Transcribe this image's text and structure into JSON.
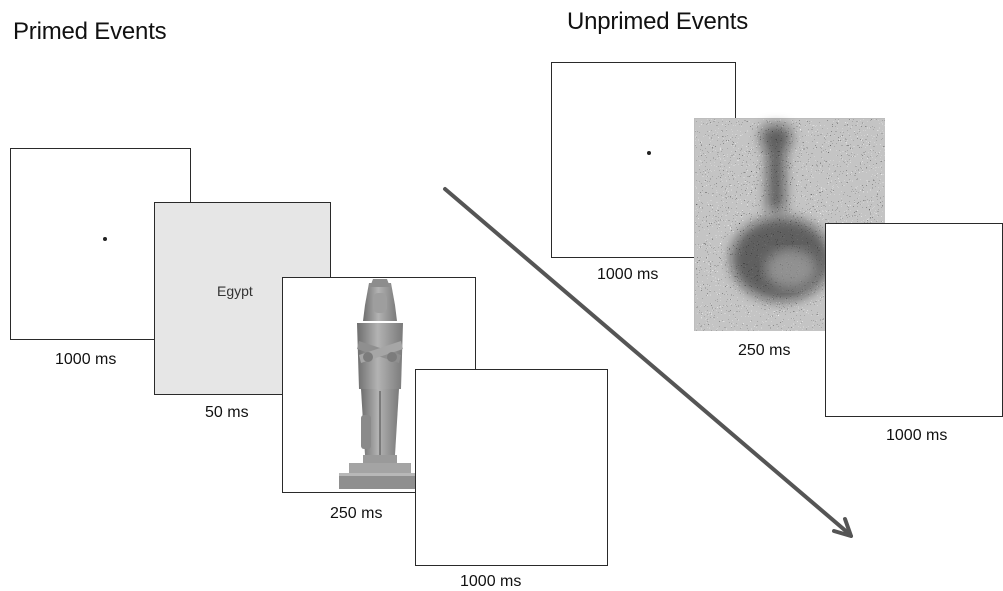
{
  "primed": {
    "heading": "Primed Events",
    "frames": [
      {
        "caption": "1000 ms"
      },
      {
        "caption": "50 ms",
        "prime_word": "Egypt"
      },
      {
        "caption": "250 ms",
        "image": "egyptian-statue"
      },
      {
        "caption": "1000 ms"
      }
    ]
  },
  "unprimed": {
    "heading": "Unprimed Events",
    "frames": [
      {
        "caption": "1000 ms"
      },
      {
        "caption": "250 ms",
        "image": "noisy-degraded-object"
      },
      {
        "caption": "1000 ms"
      }
    ]
  },
  "colors": {
    "frame_border": "#2a2a2a",
    "prime_bg": "#e6e6e6",
    "arrow": "#555555"
  },
  "icons": {
    "time_arrow": "diagonal-arrow-icon"
  }
}
